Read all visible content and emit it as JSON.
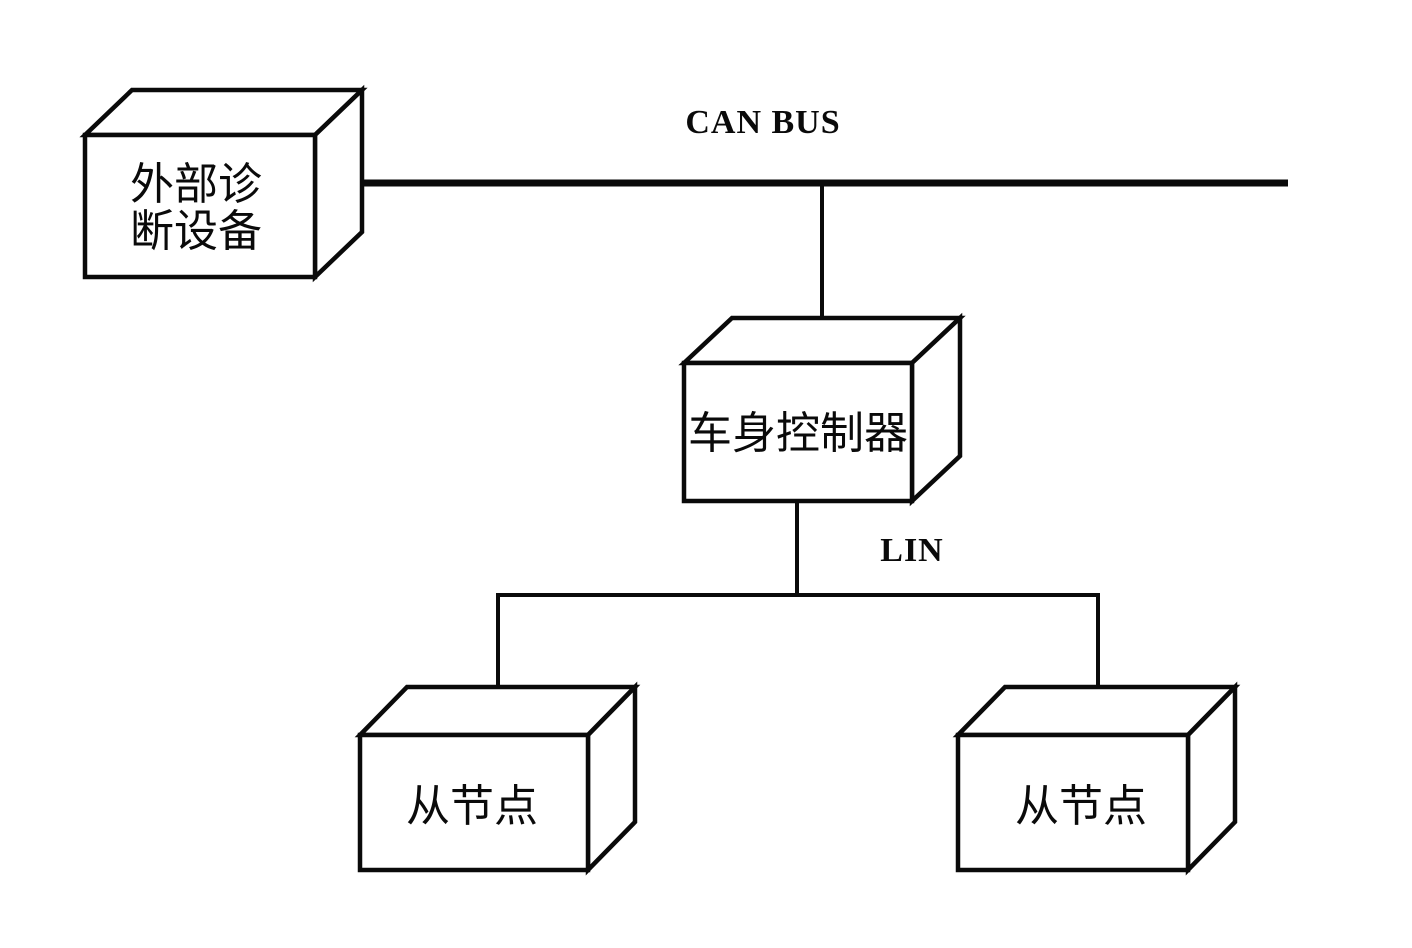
{
  "figure": {
    "background": "#ffffff",
    "ink_color": "#0a0a0a",
    "bus": {
      "label": "CAN BUS"
    },
    "lin": {
      "label": "LIN"
    },
    "nodes": {
      "diagnostic": {
        "name": "外部诊断设备",
        "line1": "外部诊",
        "line2": "断设备"
      },
      "body_controller": {
        "name": "车身控制器"
      },
      "slave_left": {
        "name": "从节点"
      },
      "slave_right": {
        "name": "从节点"
      }
    }
  }
}
